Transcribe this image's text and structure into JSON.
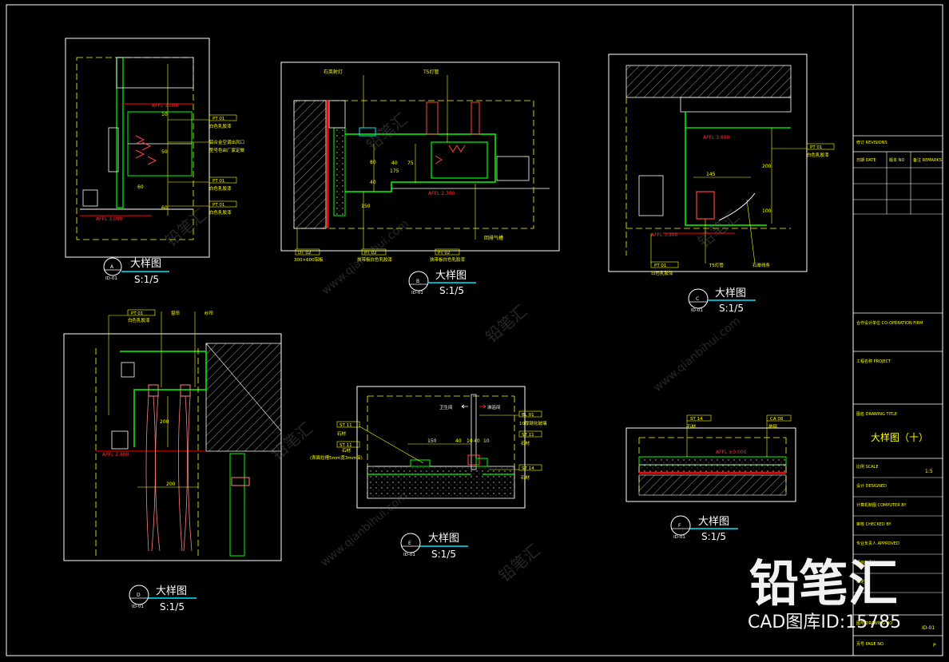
{
  "colors": {
    "background": "#000000",
    "frame": "#ffffff",
    "dim": "#ffff00",
    "wall": "#00ff00",
    "accent": "#ff0000",
    "tag": "#00e5ff",
    "curtain": "#ff8080",
    "watermark": "#5a5a5a"
  },
  "details": {
    "A": {
      "letter": "A",
      "sheet": "ID-01",
      "title": "大样图",
      "scale": "S:1/5",
      "tags": [
        {
          "code": "PT 01",
          "text": "白色乳胶漆"
        },
        {
          "code": "",
          "text": "铝合金空调出风口"
        },
        {
          "code": "",
          "text": "型号色由厂家定做"
        },
        {
          "code": "PT 01",
          "text": "白色乳胶漆"
        },
        {
          "code": "PT 01",
          "text": "白色乳胶漆"
        }
      ],
      "dims": [
        "10",
        "60",
        "50",
        "60"
      ],
      "level": "AFFL 3.000"
    },
    "B": {
      "letter": "B",
      "sheet": "ID-01",
      "title": "大样图",
      "scale": "S:1/5",
      "top_labels": [
        "石英射灯",
        "T5灯管"
      ],
      "tags": [
        {
          "code": "DT 02",
          "text": "300×600铝板"
        },
        {
          "code": "PT 02",
          "text": "挟带板白色乳胶漆"
        },
        {
          "code": "PT 02",
          "text": "挟带板白色乳胶漆"
        }
      ],
      "dims": [
        "80",
        "40",
        "40",
        "150",
        "75",
        "175"
      ],
      "level": "AFFL 2.300",
      "note": "回排气槽"
    },
    "C": {
      "letter": "C",
      "sheet": "ID-01",
      "title": "大样图",
      "scale": "S:1/5",
      "tags": [
        {
          "code": "PT 01",
          "text": "白色乳胶漆"
        },
        {
          "code": "PT 01",
          "text": "白色乳胶漆"
        },
        {
          "code": "",
          "text": "T5灯管"
        },
        {
          "code": "",
          "text": "石膏线条"
        }
      ],
      "dims": [
        "145",
        "200",
        "100"
      ],
      "level_top": "AFFL 3.600",
      "level_bottom": "AFFL 3.300"
    },
    "D": {
      "letter": "D",
      "sheet": "ID-01",
      "title": "大样图",
      "scale": "S:1/5",
      "tags": [
        {
          "code": "PT 01",
          "text": "白色乳胶漆"
        },
        {
          "code": "",
          "text": "窗帘"
        },
        {
          "code": "",
          "text": "纱帘"
        }
      ],
      "dims": [
        "200",
        "200"
      ],
      "level": "AFFL 2.800"
    },
    "E": {
      "letter": "E",
      "sheet": "ID-01",
      "title": "大样图",
      "scale": "S:1/5",
      "tags": [
        {
          "code": "ST 11",
          "text": "石材"
        },
        {
          "code": "ST 11",
          "text": "石材"
        },
        {
          "code": "BL 01",
          "text": "10厚钢化玻璃"
        },
        {
          "code": "ST 11",
          "text": "石材"
        },
        {
          "code": "ST 14",
          "text": "石材"
        }
      ],
      "room_labels": [
        "卫生间",
        "淋浴间"
      ],
      "note": "(表面拉槽5mm宽3mm深)",
      "dims": [
        "150",
        "40",
        "10",
        "40",
        "10"
      ]
    },
    "F": {
      "letter": "F",
      "sheet": "ID-01",
      "title": "大样图",
      "scale": "S:1/5",
      "tags": [
        {
          "code": "ST 14",
          "text": "石材"
        },
        {
          "code": "CA 08",
          "text": "地毯"
        }
      ],
      "level": "AFFL ±0.000"
    }
  },
  "title_block": {
    "rows": [
      "修订 REVISIONS",
      "日期 DATE",
      "版本 NO",
      "备注 REMARKS",
      "合作设计单位 CO-OPERATION FIRM",
      "工程名称 PROJECT",
      "图名 DRAWING TITLE",
      "比例 SCALE",
      "设计 DESIGNED",
      "计算机制图 COMPUTER BY",
      "审核 CHECKED BY",
      "专业负责人 APPROVED",
      "项目负责人",
      "审定",
      "图号 DRAWING NO",
      "页号 PAGE NO"
    ],
    "drawing_title": "大样图（十）",
    "scale_value": "1:5",
    "sheet_no": "ID-01",
    "page_marker": "P"
  },
  "watermark": {
    "brand": "铅笔汇",
    "site": "www.qianbihui.com",
    "library_id": "CAD图库ID:15785"
  }
}
